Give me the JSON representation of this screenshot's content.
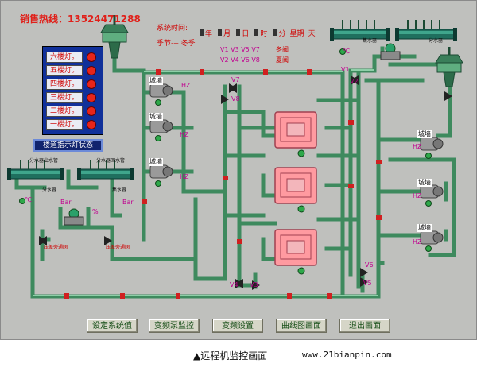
{
  "header": {
    "hotline": "销售热线：13524471288",
    "sys_time_label": "系统时间:",
    "year": "年",
    "month": "月",
    "day": "日",
    "hour": "时",
    "minute": "分",
    "week": "星期",
    "weekday": "天",
    "season_label": "季节--- 冬季"
  },
  "valves": {
    "row1": "V1  V3  V5  V7",
    "row1_mode": "冬阀",
    "row2": "V2  V4  V6  V8",
    "row2_mode": "夏阀",
    "v1": "V1",
    "v2": "V2",
    "v3": "V3",
    "v4": "V4",
    "v5": "V5",
    "v6": "V6",
    "v7": "V7",
    "v8": "V8"
  },
  "floors": {
    "items": [
      {
        "label": "六楼灯。"
      },
      {
        "label": "五楼灯。"
      },
      {
        "label": "四楼灯。"
      },
      {
        "label": "三楼灯。"
      },
      {
        "label": "二楼灯。"
      },
      {
        "label": "一楼灯。"
      }
    ],
    "status_button": "楼道指示灯状态"
  },
  "colors": {
    "pipe": "#4f9a6e",
    "pipe_light": "#9fe0b5",
    "chiller": "#ff9aa0",
    "header_pipe": "#1f6f5e",
    "lamp_on": "#e8251a"
  },
  "pumps": {
    "left_label": "城墙",
    "left_unit": "HZ",
    "right_label": "城墙",
    "right_unit": "HZ"
  },
  "manifolds": {
    "left_supply": "分水器出水管",
    "left_return": "分水器回水管",
    "left_supply_short": "分水器",
    "left_return_short": "集水器",
    "right_left": "集水器",
    "right_right": "分水器",
    "temp_unit": "℃",
    "pressure_unit": "Bar",
    "percent_unit": "%",
    "bypass_left": "压差旁通阀",
    "bypass_right": "压差旁通阀"
  },
  "buttons": [
    {
      "label": "设定系统值"
    },
    {
      "label": "变频泵监控"
    },
    {
      "label": "变频设置"
    },
    {
      "label": "曲线图画面"
    },
    {
      "label": "退出画面"
    }
  ],
  "caption": {
    "title": "▲远程机监控画面",
    "url": "www.21bianpin.com"
  }
}
